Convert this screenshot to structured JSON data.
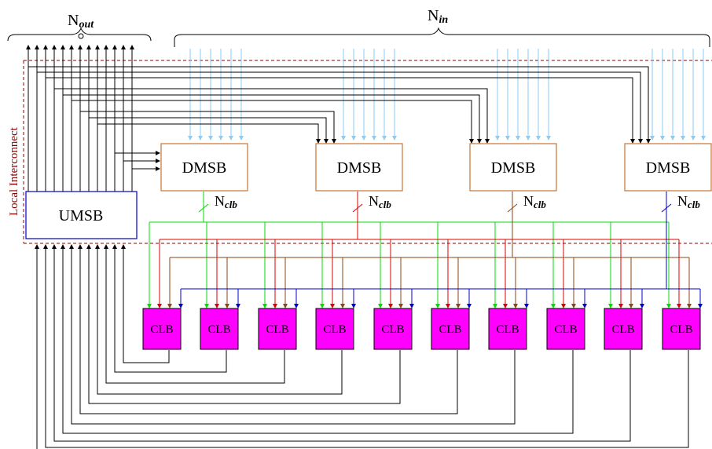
{
  "labels": {
    "n_out_base": "N",
    "n_out_sub": "out",
    "n_in_base": "N",
    "n_in_sub": "in",
    "n_clb_base": "N",
    "n_clb_sub": "clb",
    "local_interconnect": "Local Interconnect",
    "umsb": "UMSB",
    "dmsb": "DMSB",
    "clb": "CLB"
  },
  "counts": {
    "dmsb": 4,
    "clb": 10
  },
  "colors": {
    "input_wire": "#87cefa",
    "green": "#00dd00",
    "red": "#dd0000",
    "brown": "#8b4513",
    "blue": "#0000cc",
    "clb_fill": "#ff00ff",
    "dmsb_border": "#c87533",
    "umsb_border": "#0000cc",
    "interconnect_dash": "#8b0000",
    "wire": "#000000"
  }
}
